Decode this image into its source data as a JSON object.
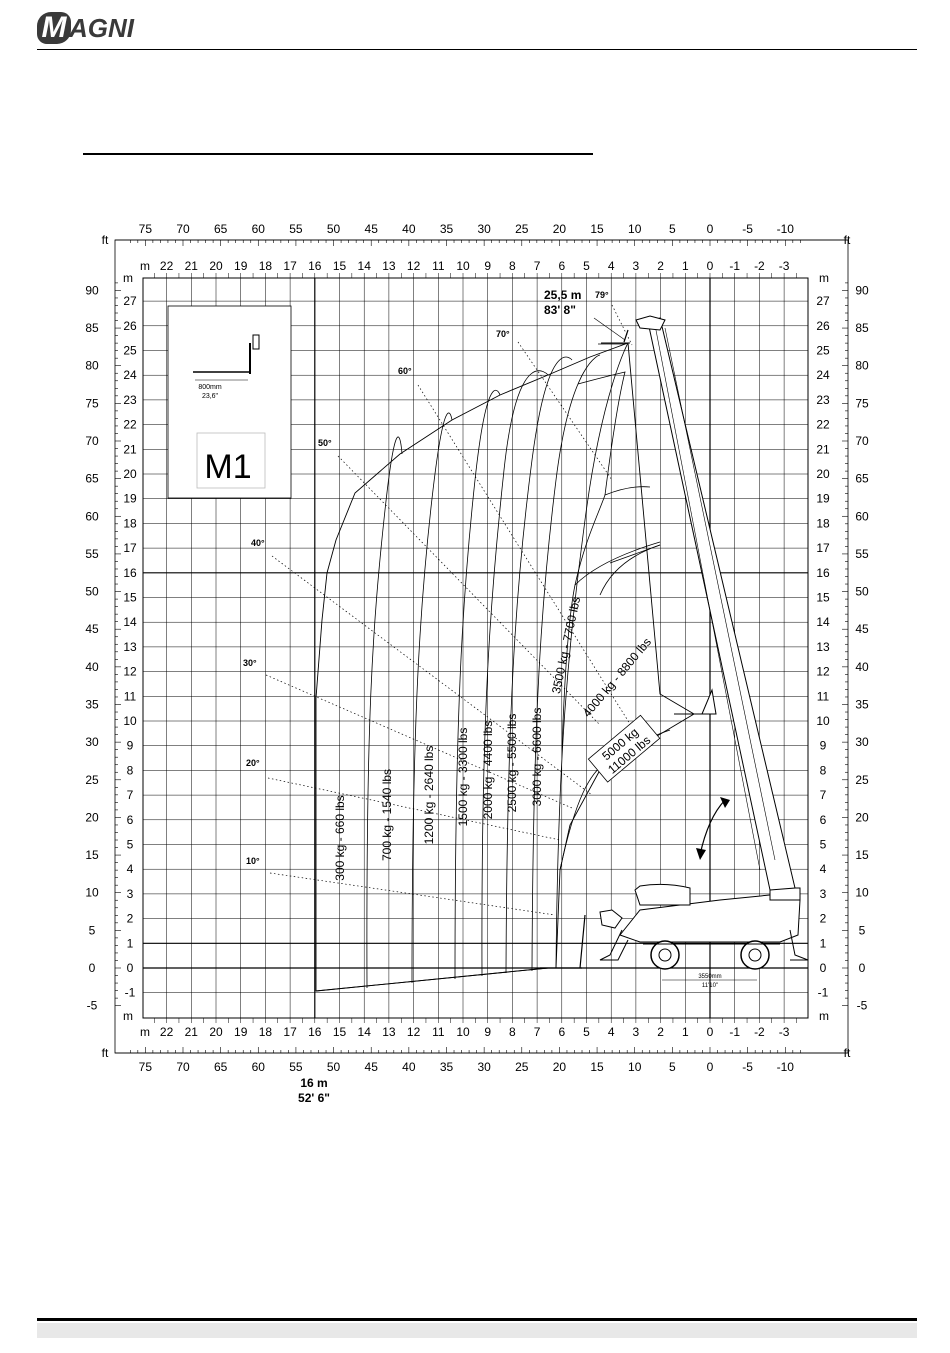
{
  "header": {
    "logo_initial": "M",
    "logo_rest": "AGNI"
  },
  "chart_data": {
    "type": "diagram",
    "title": "",
    "unit_labels": {
      "ft": "ft",
      "m": "m"
    },
    "x_ticks_m": [
      "22",
      "21",
      "20",
      "19",
      "18",
      "17",
      "16",
      "15",
      "14",
      "13",
      "12",
      "11",
      "10",
      "9",
      "8",
      "7",
      "6",
      "5",
      "4",
      "3",
      "2",
      "1",
      "0",
      "-1",
      "-2",
      "-3"
    ],
    "x_ticks_ft": [
      "75",
      "70",
      "65",
      "60",
      "55",
      "50",
      "45",
      "40",
      "35",
      "30",
      "25",
      "20",
      "15",
      "10",
      "5",
      "0",
      "-5",
      "-10"
    ],
    "y_ticks_m": [
      "27",
      "26",
      "25",
      "24",
      "23",
      "22",
      "21",
      "20",
      "19",
      "18",
      "17",
      "16",
      "15",
      "14",
      "13",
      "12",
      "11",
      "10",
      "9",
      "8",
      "7",
      "6",
      "5",
      "4",
      "3",
      "2",
      "1",
      "0",
      "-1"
    ],
    "y_ticks_ft": [
      "90",
      "85",
      "80",
      "75",
      "70",
      "65",
      "60",
      "55",
      "50",
      "45",
      "40",
      "35",
      "30",
      "25",
      "20",
      "15",
      "10",
      "5",
      "0",
      "-5"
    ],
    "xlim_m": [
      -3.8,
      23.5
    ],
    "ylim_m": [
      -2,
      28
    ],
    "max_height": {
      "m": "25,5 m",
      "ft": "83' 8\""
    },
    "max_reach": {
      "m": "16 m",
      "ft": "52' 6\""
    },
    "attachment": {
      "code": "M1",
      "fork_length_mm": "800mm",
      "fork_length_in": "23,6\""
    },
    "wheelbase": {
      "mm": "3550mm",
      "ft": "11'10\""
    },
    "angles": [
      "10°",
      "20°",
      "30°",
      "40°",
      "50°",
      "60°",
      "70°",
      "79°"
    ],
    "load_zones": [
      {
        "label": "300 kg - 660 lbs"
      },
      {
        "label": "700 kg - 1540 lbs"
      },
      {
        "label": "1200 kg - 2640 lbs"
      },
      {
        "label": "1500 kg - 3300 lbs"
      },
      {
        "label": "2000 kg - 4400 lbs"
      },
      {
        "label": "2500 kg - 5500 lbs"
      },
      {
        "label": "3000 kg - 6600 lbs"
      },
      {
        "label": "3500 kg - 7700 lbs"
      },
      {
        "label": "4000 kg - 8800 lbs"
      },
      {
        "label_line1": "5000 kg",
        "label_line2": "11000 lbs"
      }
    ]
  }
}
